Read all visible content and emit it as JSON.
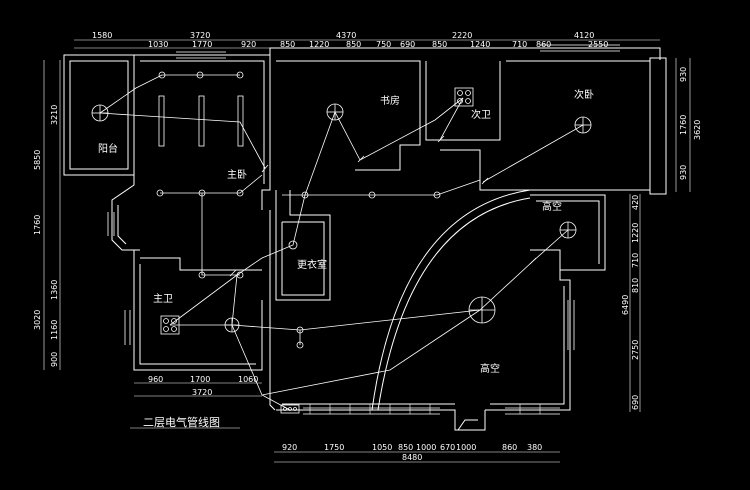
{
  "title": "二层电气管线图",
  "rooms": {
    "balcony": "阳台",
    "master_bedroom": "主卧",
    "study": "书房",
    "second_bath": "次卫",
    "second_bedroom": "次卧",
    "high_void_small": "高空",
    "closet": "更衣室",
    "master_bath": "主卫",
    "high_void_large": "高空"
  },
  "dimensions": {
    "top_outer": [
      "1580",
      "3720",
      "4370",
      "2220",
      "4120"
    ],
    "top_inner": [
      "1030",
      "1770",
      "920",
      "850",
      "1220",
      "850",
      "750",
      "690",
      "850",
      "1240",
      "710",
      "860",
      "2550"
    ],
    "left_outer": [
      "5850",
      "1760",
      "3020"
    ],
    "left_inner": [
      "3210",
      "1360",
      "1160",
      "900"
    ],
    "right_outer": [
      "3620",
      "6490"
    ],
    "right_inner": [
      "930",
      "1760",
      "930",
      "420",
      "1220",
      "710",
      "810",
      "2750",
      "690"
    ],
    "bottom_left_inner": [
      "960",
      "1700",
      "1060"
    ],
    "bottom_left_total": "3720",
    "bottom_inner": [
      "920",
      "1750",
      "1050",
      "850",
      "1000",
      "670",
      "1000",
      "860",
      "380"
    ],
    "bottom_total": "8480"
  }
}
